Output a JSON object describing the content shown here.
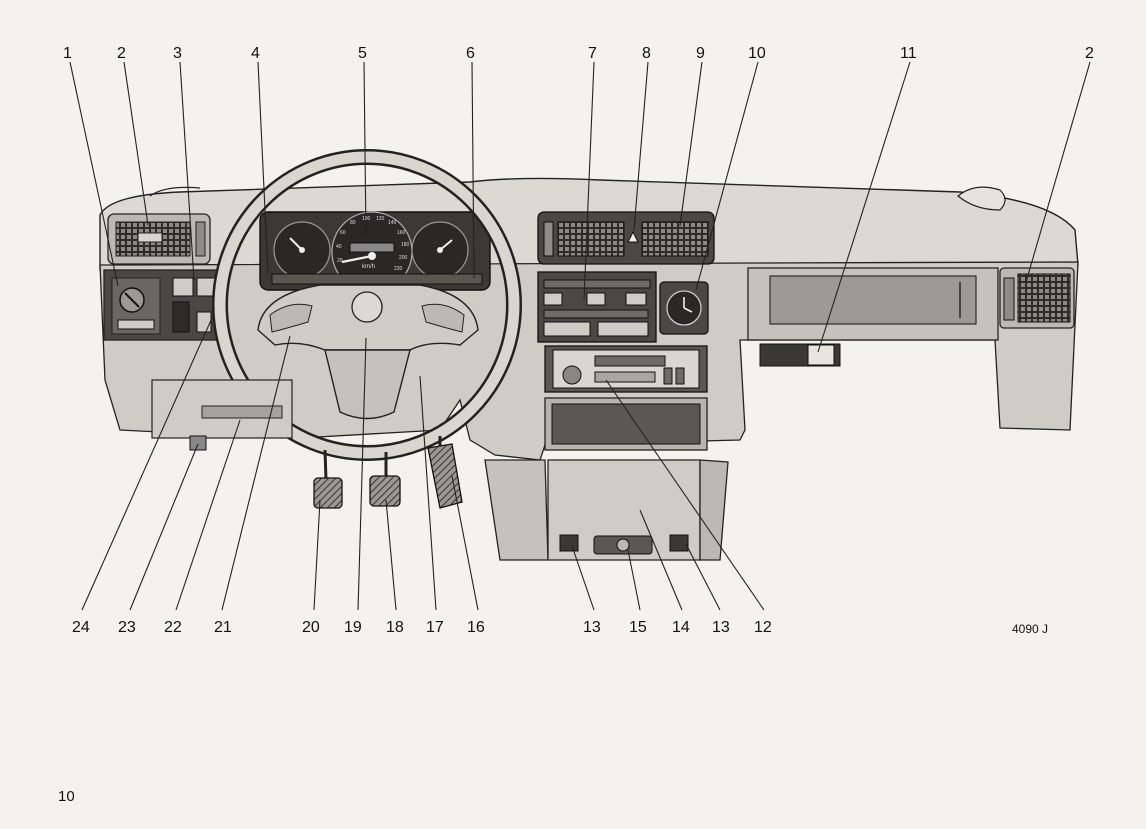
{
  "document": {
    "page_number": "10",
    "figure_code": "4090 J"
  },
  "figure": {
    "description_hidden": false,
    "top_callouts": [
      "1",
      "2",
      "3",
      "4",
      "5",
      "6",
      "7",
      "8",
      "9",
      "10",
      "11",
      "2"
    ],
    "bottom_callouts": [
      "24",
      "23",
      "22",
      "21",
      "20",
      "19",
      "18",
      "17",
      "16",
      "13",
      "15",
      "14",
      "13",
      "12"
    ],
    "speedometer_label": "km/h",
    "speedometer_ticks": [
      "20",
      "40",
      "60",
      "80",
      "100",
      "120",
      "140",
      "160",
      "180",
      "200",
      "220"
    ]
  },
  "colors": {
    "paper": "#f4f2ee",
    "dash_light": "#d6d3cd",
    "dash_mid": "#bcb8b1",
    "dash_dark": "#3a3835",
    "line": "#222222"
  }
}
